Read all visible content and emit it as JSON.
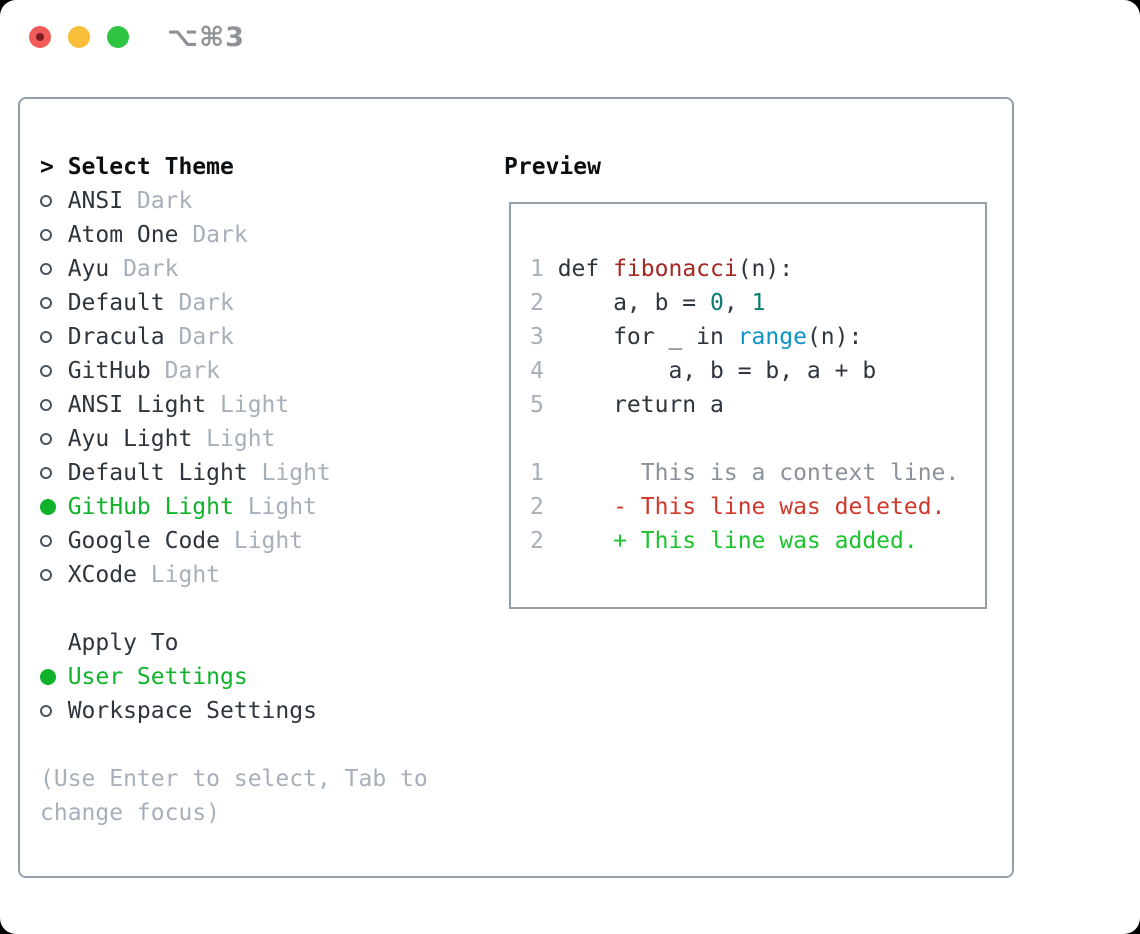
{
  "window": {
    "title": "⌥⌘3"
  },
  "theme_selector": {
    "cursor": ">",
    "header": "Select Theme",
    "items": [
      {
        "name": "ANSI",
        "variant": "Dark",
        "selected": false
      },
      {
        "name": "Atom One",
        "variant": "Dark",
        "selected": false
      },
      {
        "name": "Ayu",
        "variant": "Dark",
        "selected": false
      },
      {
        "name": "Default",
        "variant": "Dark",
        "selected": false
      },
      {
        "name": "Dracula",
        "variant": "Dark",
        "selected": false
      },
      {
        "name": "GitHub",
        "variant": "Dark",
        "selected": false
      },
      {
        "name": "ANSI Light",
        "variant": "Light",
        "selected": false
      },
      {
        "name": "Ayu Light",
        "variant": "Light",
        "selected": false
      },
      {
        "name": "Default Light",
        "variant": "Light",
        "selected": false
      },
      {
        "name": "GitHub Light",
        "variant": "Light",
        "selected": true
      },
      {
        "name": "Google Code",
        "variant": "Light",
        "selected": false
      },
      {
        "name": "XCode",
        "variant": "Light",
        "selected": false
      }
    ]
  },
  "apply_to": {
    "header": "Apply To",
    "options": [
      {
        "label": "User Settings",
        "selected": true
      },
      {
        "label": "Workspace Settings",
        "selected": false
      }
    ]
  },
  "hint": "(Use Enter to select, Tab to change focus)",
  "preview": {
    "header": "Preview",
    "lines": [
      {
        "num": "1",
        "tokens": [
          {
            "t": "def ",
            "c": "plain"
          },
          {
            "t": "fibonacci",
            "c": "func"
          },
          {
            "t": "(n):",
            "c": "plain"
          }
        ]
      },
      {
        "num": "2",
        "tokens": [
          {
            "t": "    a, b = ",
            "c": "plain"
          },
          {
            "t": "0",
            "c": "number"
          },
          {
            "t": ", ",
            "c": "plain"
          },
          {
            "t": "1",
            "c": "number"
          }
        ]
      },
      {
        "num": "3",
        "tokens": [
          {
            "t": "    for _ in ",
            "c": "plain"
          },
          {
            "t": "range",
            "c": "builtin"
          },
          {
            "t": "(n):",
            "c": "plain"
          }
        ]
      },
      {
        "num": "4",
        "tokens": [
          {
            "t": "        a, b = b, a + b",
            "c": "plain"
          }
        ]
      },
      {
        "num": "5",
        "tokens": [
          {
            "t": "    return a",
            "c": "plain"
          }
        ]
      },
      {
        "num": "",
        "tokens": []
      },
      {
        "num": "1",
        "tokens": [
          {
            "t": "      This is a context line.",
            "c": "context"
          }
        ]
      },
      {
        "num": "2",
        "tokens": [
          {
            "t": "    - This line was deleted.",
            "c": "deleted"
          }
        ]
      },
      {
        "num": "2",
        "tokens": [
          {
            "t": "    + This line was added.",
            "c": "added"
          }
        ]
      }
    ]
  },
  "colors": {
    "accent-green": "#0fb32b",
    "added-green": "#1bc42c",
    "deleted-red": "#d1382b",
    "func-red": "#a52721",
    "number-teal": "#0b7d75",
    "builtin-blue": "#0e93c8",
    "muted": "#a6afba",
    "context-gray": "#8b9199",
    "text": "#2e353c",
    "heading": "#0c0f12",
    "border": "#96a0ab",
    "traffic-red": "#f25c58",
    "traffic-red-dot": "#7c1d21",
    "traffic-yellow": "#f9bd39",
    "traffic-green": "#2fc442",
    "title-gray": "#8e9297"
  }
}
